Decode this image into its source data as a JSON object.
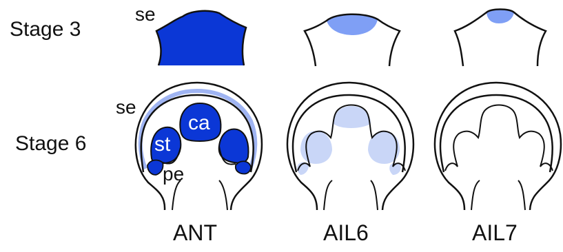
{
  "rows": {
    "stage3": "Stage 3",
    "stage6": "Stage 6"
  },
  "columns": [
    "ANT",
    "AIL6",
    "AIL7"
  ],
  "part_labels": {
    "sepal_top": "se",
    "sepal_mid": "se",
    "carpel": "ca",
    "stamen": "st",
    "petal": "pe"
  },
  "colors": {
    "ANT_expression": "#0b37d6",
    "ANT_sepal_band": "#9fb4f2",
    "AIL6_stage3": "#7f9ff5",
    "AIL6_stage6": "#c9d6f7",
    "AIL7_stage3": "#7f9ff5",
    "outline": "#111111"
  }
}
